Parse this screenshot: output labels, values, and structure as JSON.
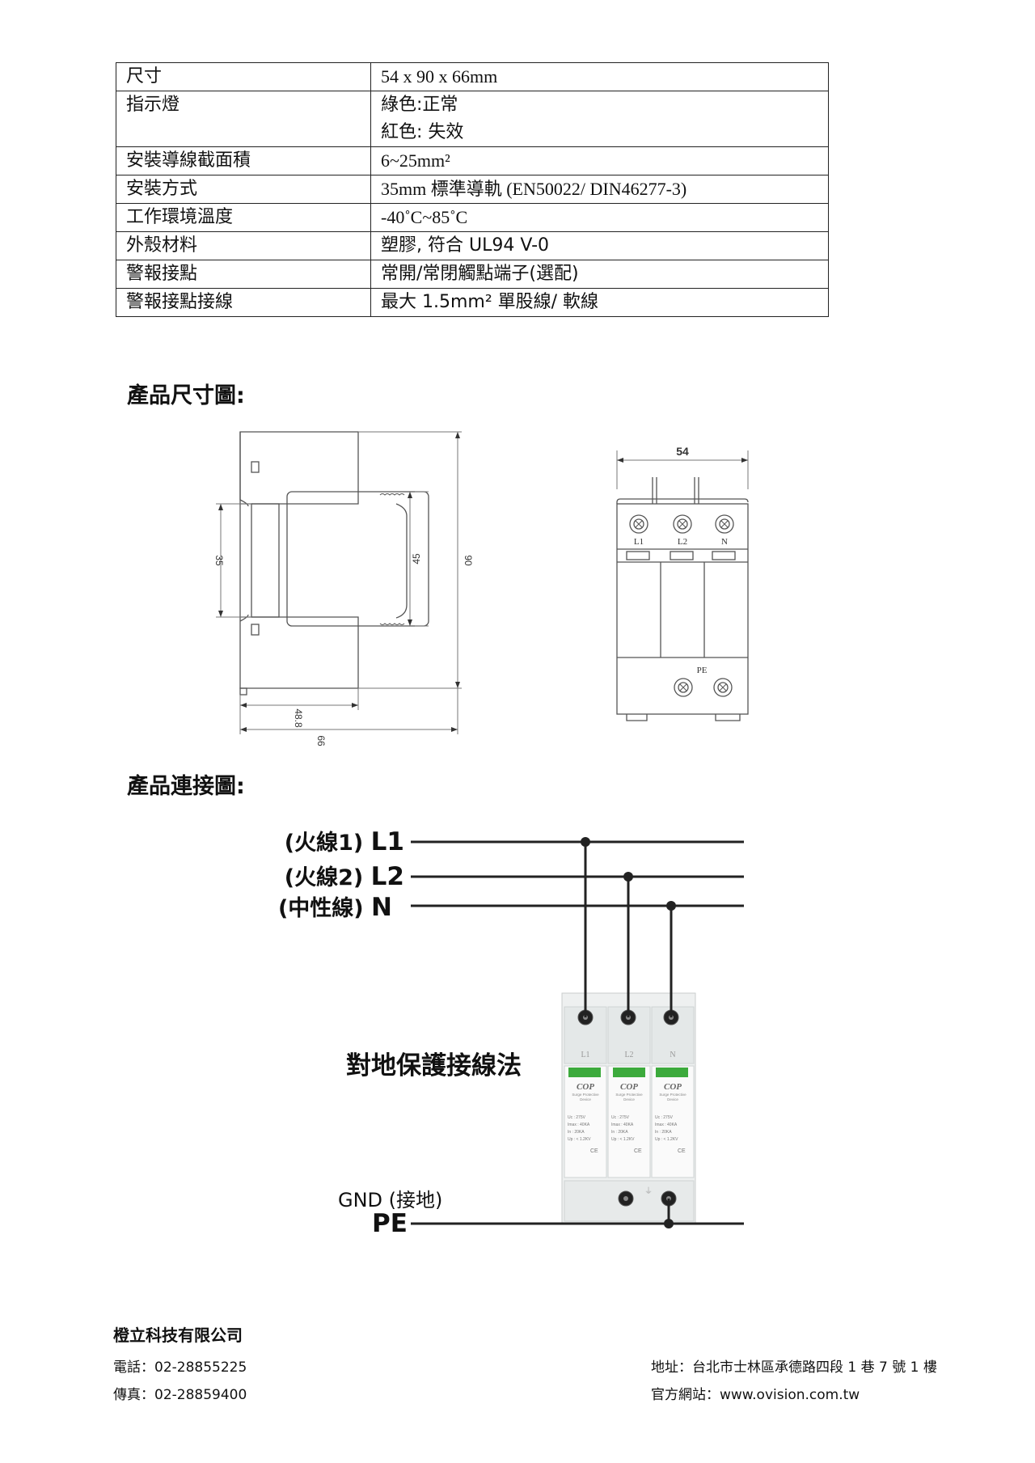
{
  "spec_table": [
    {
      "key": "尺寸",
      "value": "54 x 90 x 66mm",
      "value2": ""
    },
    {
      "key": "指示燈",
      "value": "綠色:正常",
      "value2": "紅色: 失效"
    },
    {
      "key": "安裝導線截面積",
      "value": "6~25mm²",
      "value2": ""
    },
    {
      "key": "安裝方式",
      "value": "35mm 標準導軌 (EN50022/ DIN46277-3)",
      "value2": ""
    },
    {
      "key": "工作環境溫度",
      "value": "-40˚C~85˚C",
      "value2": ""
    },
    {
      "key": "外殼材料",
      "value": "塑膠, 符合 UL94 V-0",
      "value2": ""
    },
    {
      "key": "警報接點",
      "value": "常開/常閉觸點端子(選配)",
      "value2": ""
    },
    {
      "key": "警報接點接線",
      "value": "最大 1.5mm² 單股線/ 軟線",
      "value2": ""
    }
  ],
  "section_dimension": "產品尺寸圖:",
  "section_connection": "產品連接圖:",
  "side_view": {
    "dim_35": "35",
    "dim_45": "45",
    "dim_90": "90",
    "dim_48_8": "48.8",
    "dim_66": "66"
  },
  "front_view": {
    "dim_54": "54",
    "terminals": [
      "L1",
      "L2",
      "N"
    ],
    "pe_label": "PE"
  },
  "wiring": {
    "line1_prefix": "(火線1)",
    "line1": "L1",
    "line2_prefix": "(火線2)",
    "line2": "L2",
    "line3_prefix": "(中性線)",
    "line3": "N",
    "method": "對地保護接線法",
    "gnd_label": "GND (接地)",
    "pe": "PE"
  },
  "device": {
    "brand": "COP",
    "subtitle1": "Surge Protective",
    "subtitle2": "Device",
    "specs": [
      "Uc : 275V",
      "Imax : 40KA",
      "In : 20KA",
      "Up : < 1.2KV"
    ],
    "ce": "CE"
  },
  "footer": {
    "company": "橙立科技有限公司",
    "phone": "電話：02-28855225",
    "fax": "傳真：02-28859400",
    "address": "地址：台北市士林區承德路四段 1 巷 7 號 1 樓",
    "website": "官方網站：www.ovision.com.tw"
  }
}
